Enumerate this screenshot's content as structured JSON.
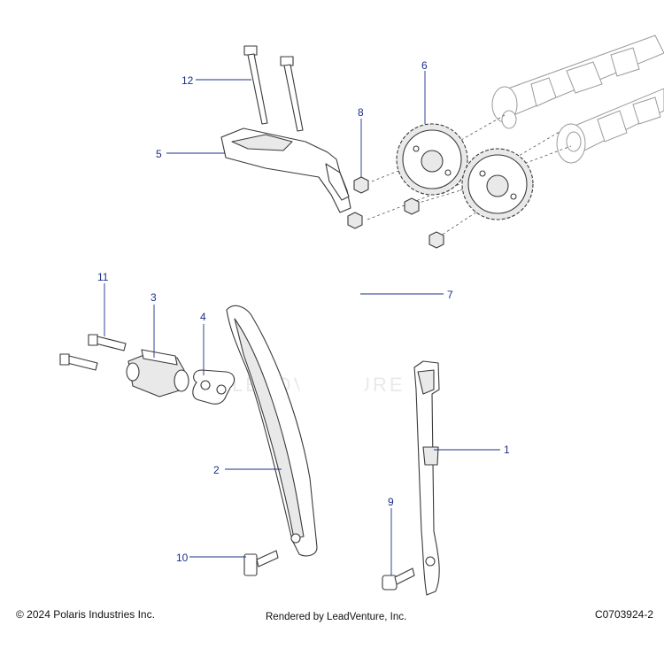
{
  "watermark": {
    "text": "LEADVENTURE"
  },
  "callouts": [
    {
      "id": "1",
      "label": "1"
    },
    {
      "id": "2",
      "label": "2"
    },
    {
      "id": "3",
      "label": "3"
    },
    {
      "id": "4",
      "label": "4"
    },
    {
      "id": "5",
      "label": "5"
    },
    {
      "id": "6",
      "label": "6"
    },
    {
      "id": "7",
      "label": "7"
    },
    {
      "id": "8",
      "label": "8"
    },
    {
      "id": "9",
      "label": "9"
    },
    {
      "id": "10",
      "label": "10"
    },
    {
      "id": "11",
      "label": "11"
    },
    {
      "id": "12",
      "label": "12"
    }
  ],
  "footer": {
    "copyright": "© 2024 Polaris Industries Inc.",
    "rendered_by": "Rendered by LeadVenture, Inc.",
    "diagram_code": "C0703924-2"
  }
}
